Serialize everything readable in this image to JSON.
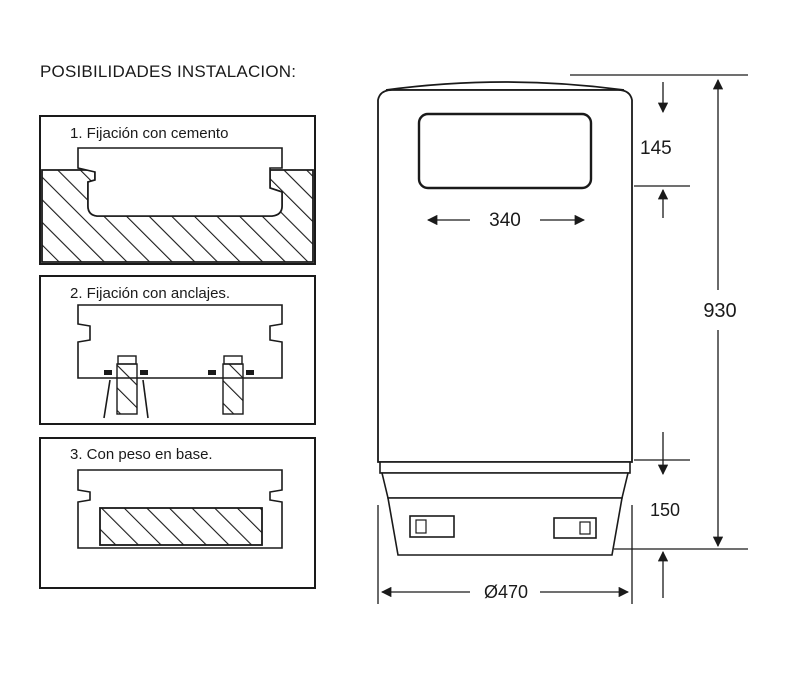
{
  "title": "POSIBILIDADES INSTALACION:",
  "options": [
    {
      "label": "1. Fijación con cemento"
    },
    {
      "label": "2.  Fijación con anclajes."
    },
    {
      "label": "3. Con peso en base."
    }
  ],
  "dimensions": {
    "opening_height": "145",
    "opening_width": "340",
    "total_height": "930",
    "base_height": "150",
    "diameter": "Ø470"
  },
  "colors": {
    "line": "#1a1a1a",
    "background": "#ffffff"
  }
}
